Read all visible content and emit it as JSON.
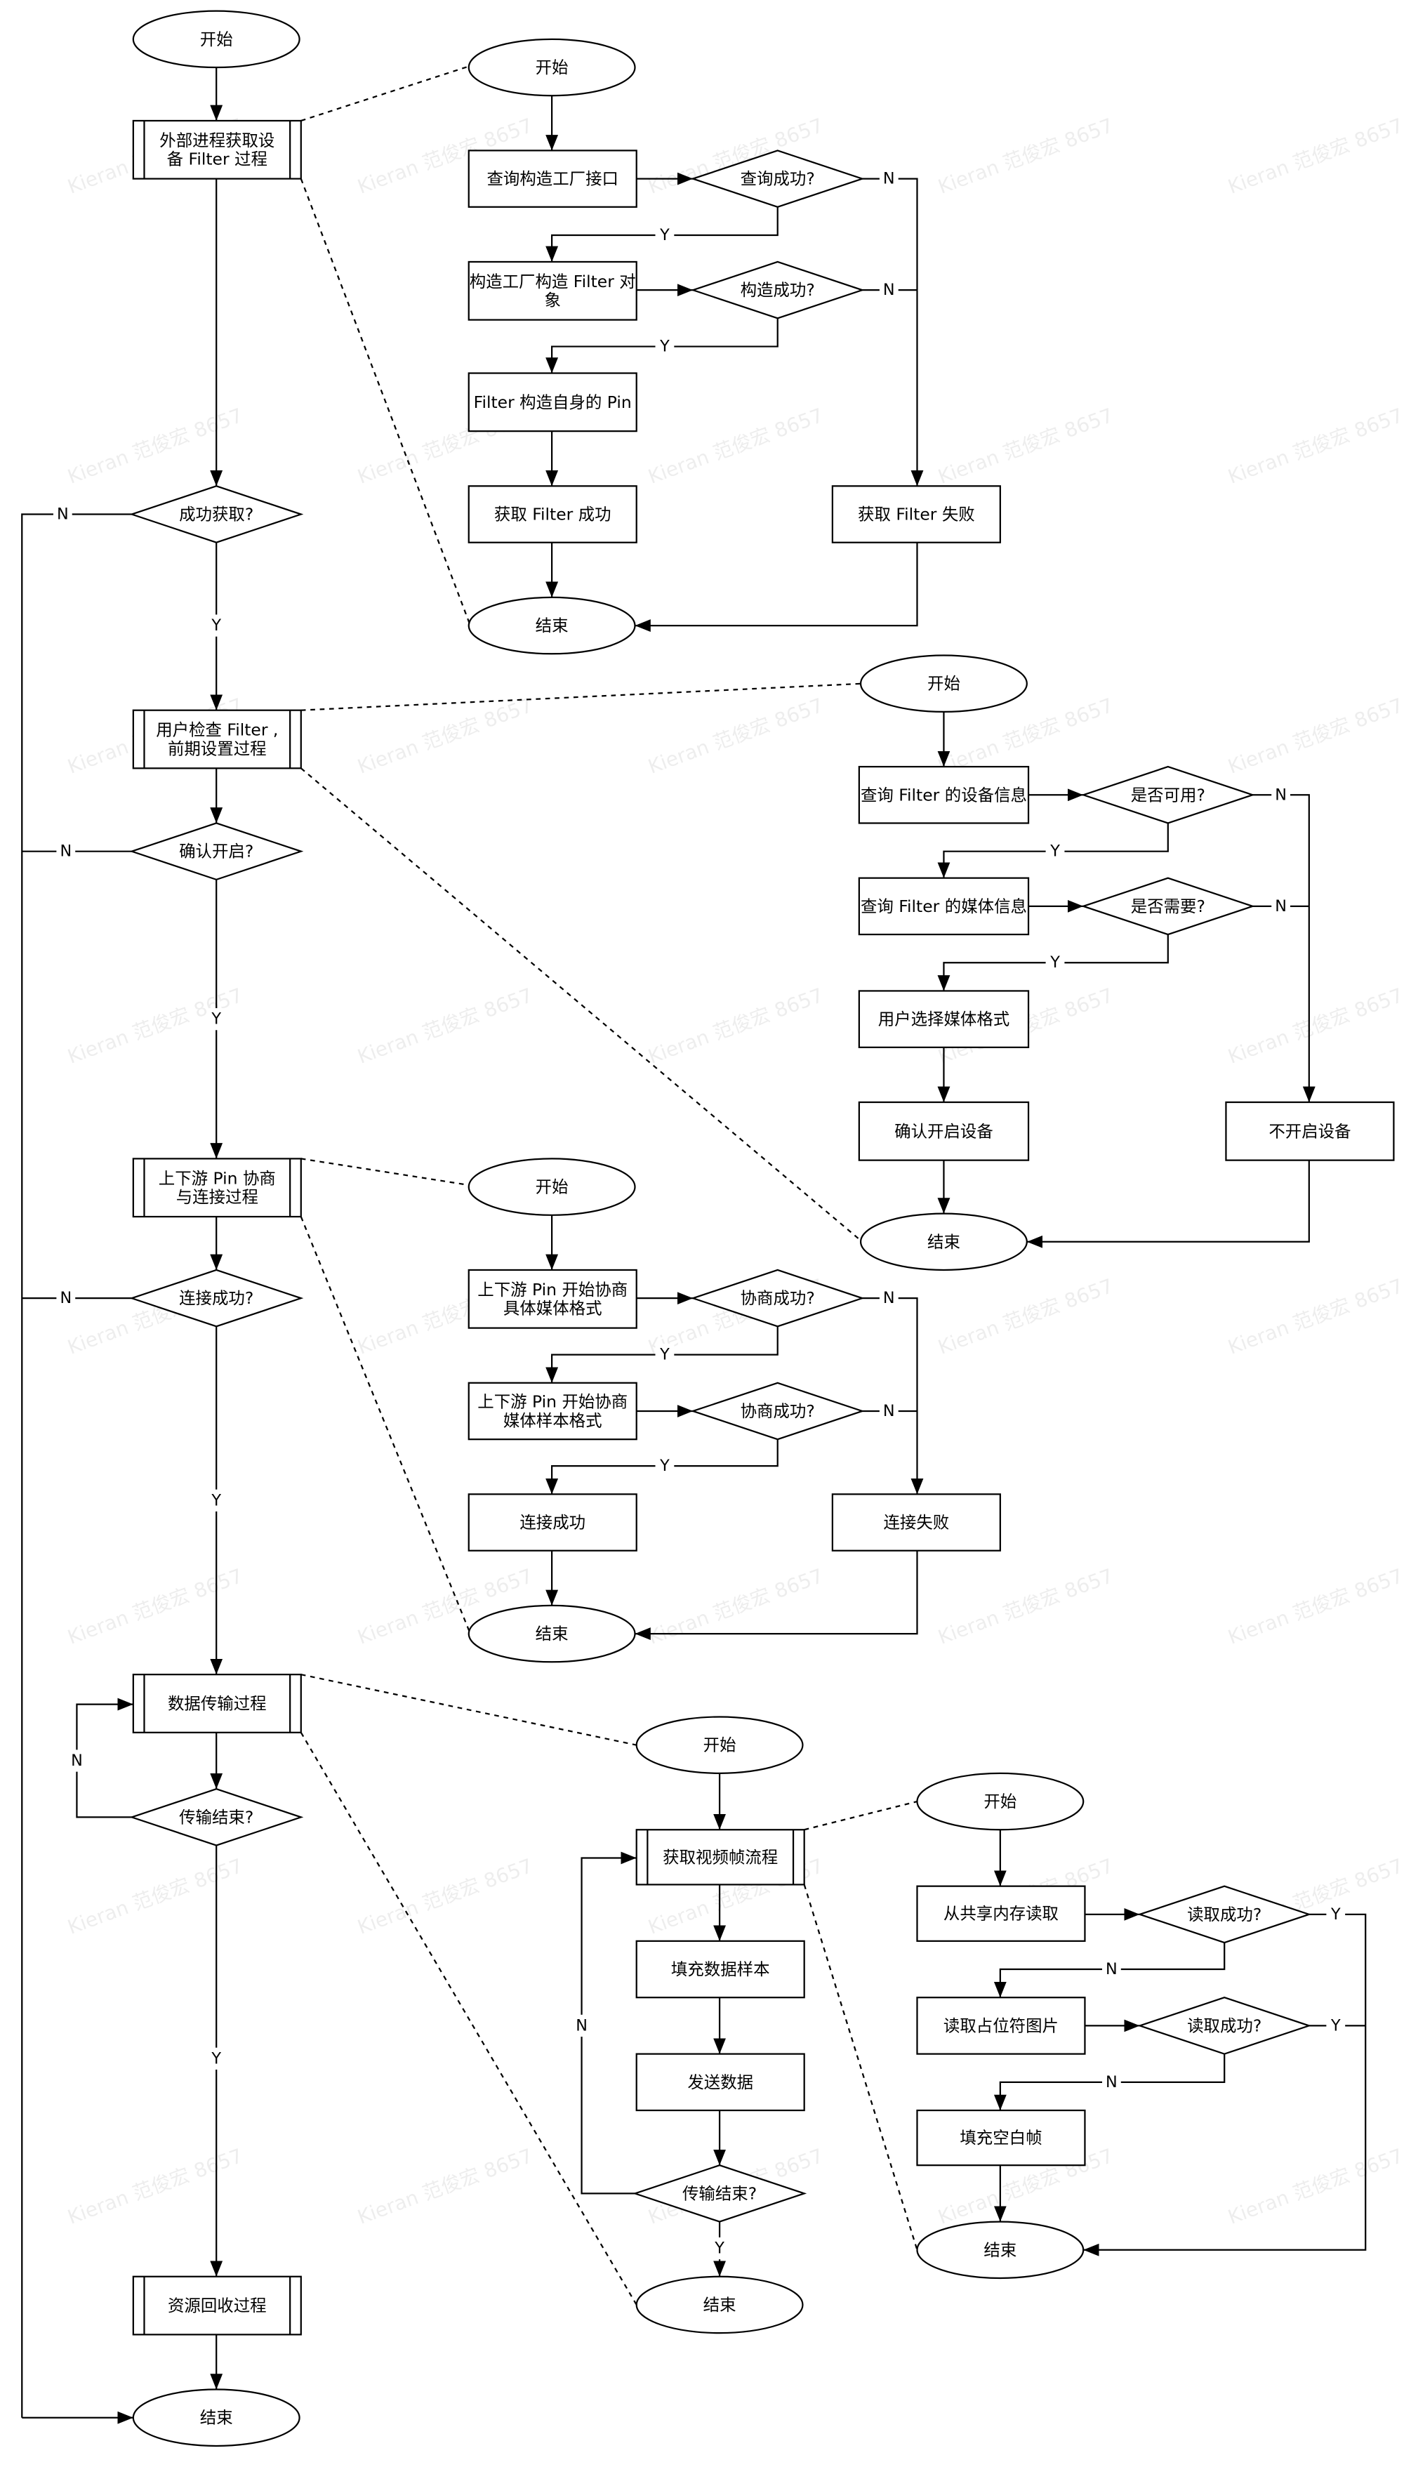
{
  "watermark": "Kieran 范俊宏 8657",
  "main": {
    "start": "开始",
    "p1": [
      "外部进程获取设",
      "备 Filter 过程"
    ],
    "d1": "成功获取?",
    "p2": [
      "用户检查 Filter ,",
      "前期设置过程"
    ],
    "d2": "确认开启?",
    "p3": [
      "上下游 Pin 协商",
      "与连接过程"
    ],
    "d3": "连接成功?",
    "p4": "数据传输过程",
    "d4": "传输结束?",
    "p5": "资源回收过程",
    "end": "结束",
    "y": "Y",
    "n": "N"
  },
  "sub1": {
    "start": "开始",
    "b1": "查询构造工厂接口",
    "d1": "查询成功?",
    "b2": [
      "构造工厂构造 Filter 对",
      "象"
    ],
    "d2": "构造成功?",
    "b3": "Filter 构造自身的 Pin",
    "ok": "获取 Filter 成功",
    "fail": "获取 Filter 失败",
    "end": "结束"
  },
  "sub2": {
    "start": "开始",
    "b1": "查询 Filter 的设备信息",
    "d1": "是否可用?",
    "b2": "查询 Filter 的媒体信息",
    "d2": "是否需要?",
    "b3": "用户选择媒体格式",
    "ok": "确认开启设备",
    "fail": "不开启设备",
    "end": "结束"
  },
  "sub3": {
    "start": "开始",
    "b1": [
      "上下游 Pin 开始协商",
      "具体媒体格式"
    ],
    "d1": "协商成功?",
    "b2": [
      "上下游 Pin 开始协商",
      "媒体样本格式"
    ],
    "d2": "协商成功?",
    "ok": "连接成功",
    "fail": "连接失败",
    "end": "结束"
  },
  "sub4": {
    "start": "开始",
    "p1": "获取视频帧流程",
    "b1": "填充数据样本",
    "b2": "发送数据",
    "d1": "传输结束?",
    "end": "结束"
  },
  "sub5": {
    "start": "开始",
    "b1": "从共享内存读取",
    "d1": "读取成功?",
    "b2": "读取占位符图片",
    "d2": "读取成功?",
    "b3": "填充空白帧",
    "end": "结束"
  }
}
